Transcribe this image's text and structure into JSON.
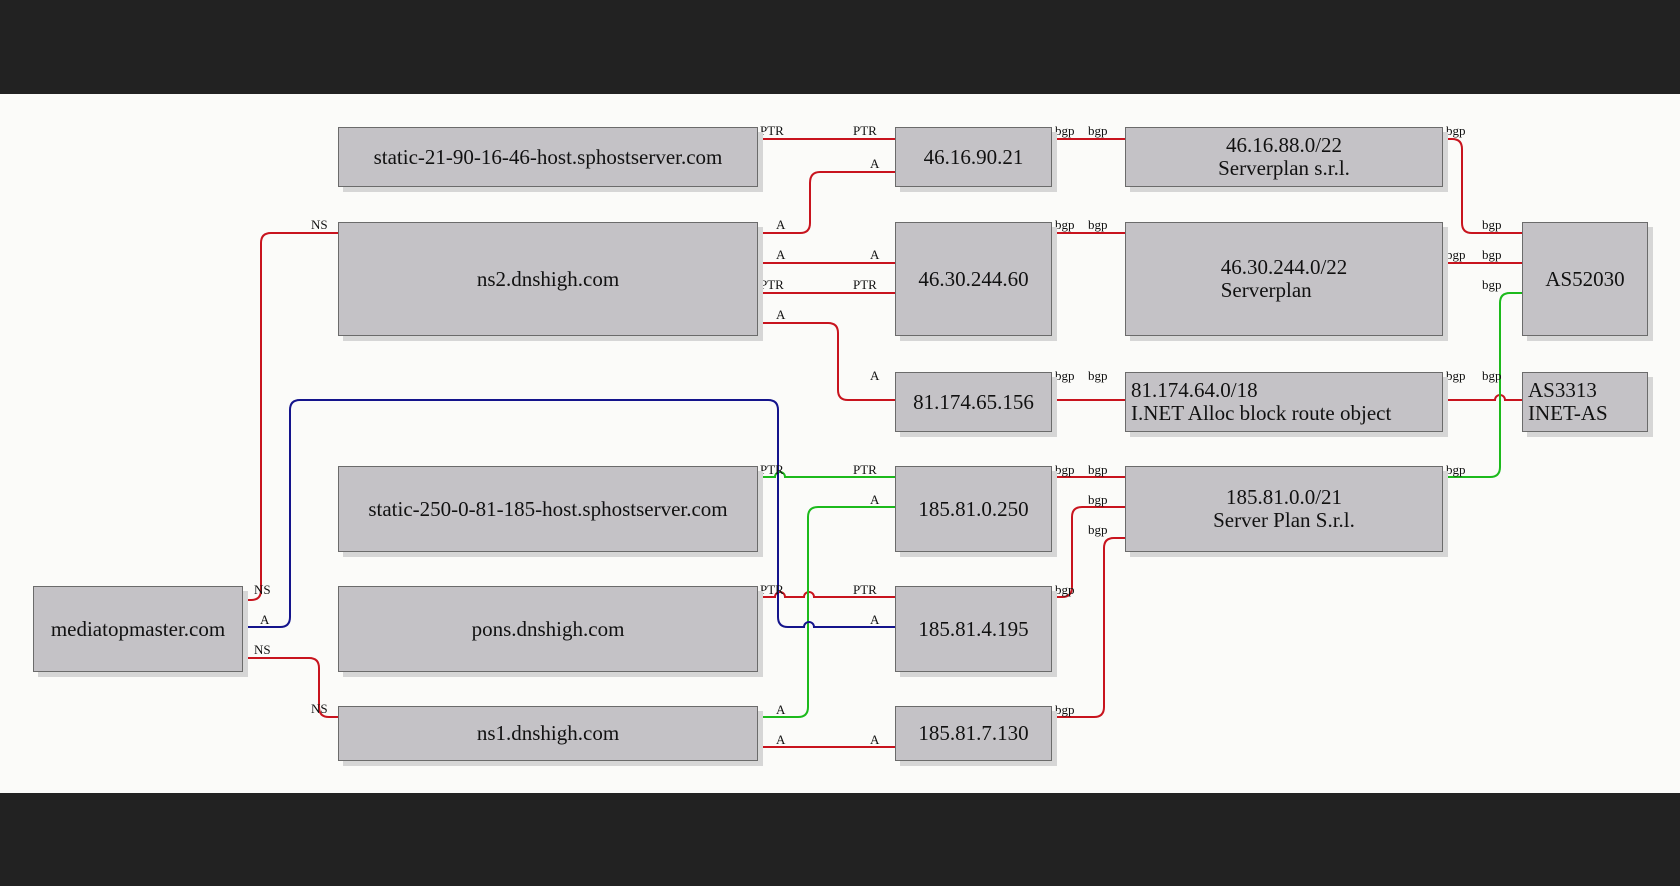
{
  "nodes": {
    "static_21": "static-21-90-16-46-host.sphostserver.com",
    "ns2": "ns2.dnshigh.com",
    "static_250": "static-250-0-81-185-host.sphostserver.com",
    "pons": "pons.dnshigh.com",
    "ns1": "ns1.dnshigh.com",
    "mediatop": "mediatopmaster.com",
    "ip_46_16": "46.16.90.21",
    "ip_46_30": "46.30.244.60",
    "ip_81": "81.174.65.156",
    "ip_185_0": "185.81.0.250",
    "ip_185_4": "185.81.4.195",
    "ip_185_7": "185.81.7.130",
    "net_46_16": [
      "46.16.88.0/22",
      "Serverplan s.r.l."
    ],
    "net_46_30": [
      "46.30.244.0/22",
      "Serverplan"
    ],
    "net_81": [
      "81.174.64.0/18",
      "I.NET Alloc block route object"
    ],
    "net_185": [
      "185.81.0.0/21",
      "Server Plan S.r.l."
    ],
    "as52030": "AS52030",
    "as3313": [
      "AS3313",
      "INET-AS"
    ]
  },
  "edge_labels": {
    "ptr": "PTR",
    "a": "A",
    "ns": "NS",
    "bgp": "bgp"
  },
  "colors": {
    "red": "#c8141e",
    "green": "#1cba1c",
    "blue": "#14148c",
    "node_fill": "#c4c2c6"
  }
}
